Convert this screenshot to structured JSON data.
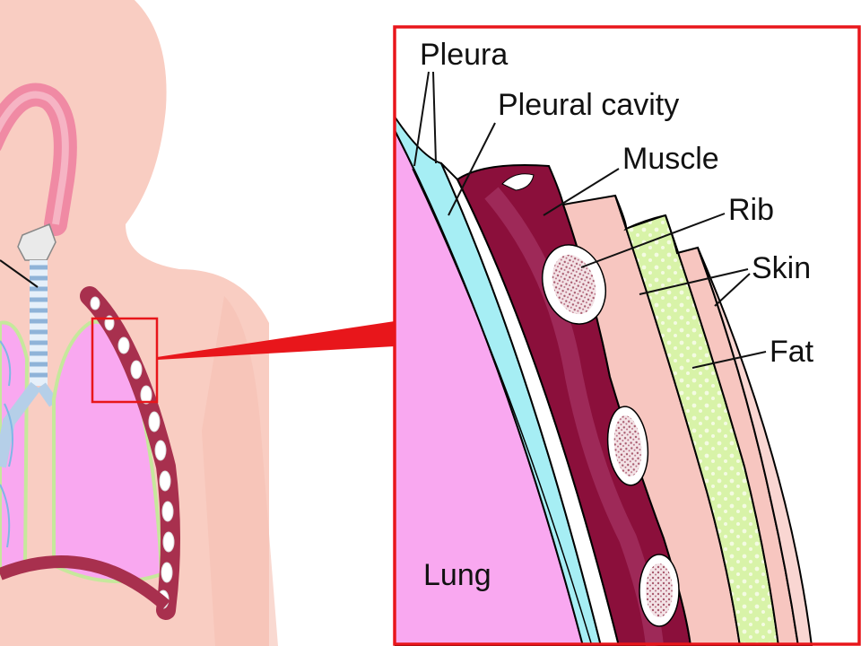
{
  "labels": {
    "pleura": "Pleura",
    "pleural_cavity": "Pleural cavity",
    "muscle": "Muscle",
    "rib": "Rib",
    "skin": "Skin",
    "fat": "Fat",
    "lung": "Lung"
  },
  "colors": {
    "body_skin": "#f9cdc2",
    "lung": "#f9a8f0",
    "pleura_blue": "#a6eef4",
    "muscle": "#8b0f3b",
    "muscle_highlight": "#a73565",
    "rib_bone": "#ffffff",
    "marrow": "#a85a6e",
    "fat": "#d8f3a8",
    "skin_layer": "#f7c6c0",
    "frame_red": "#e8161b",
    "trachea": "#b5cfe8",
    "aorta": "#f08aa4",
    "diaphragm": "#a8304e"
  }
}
